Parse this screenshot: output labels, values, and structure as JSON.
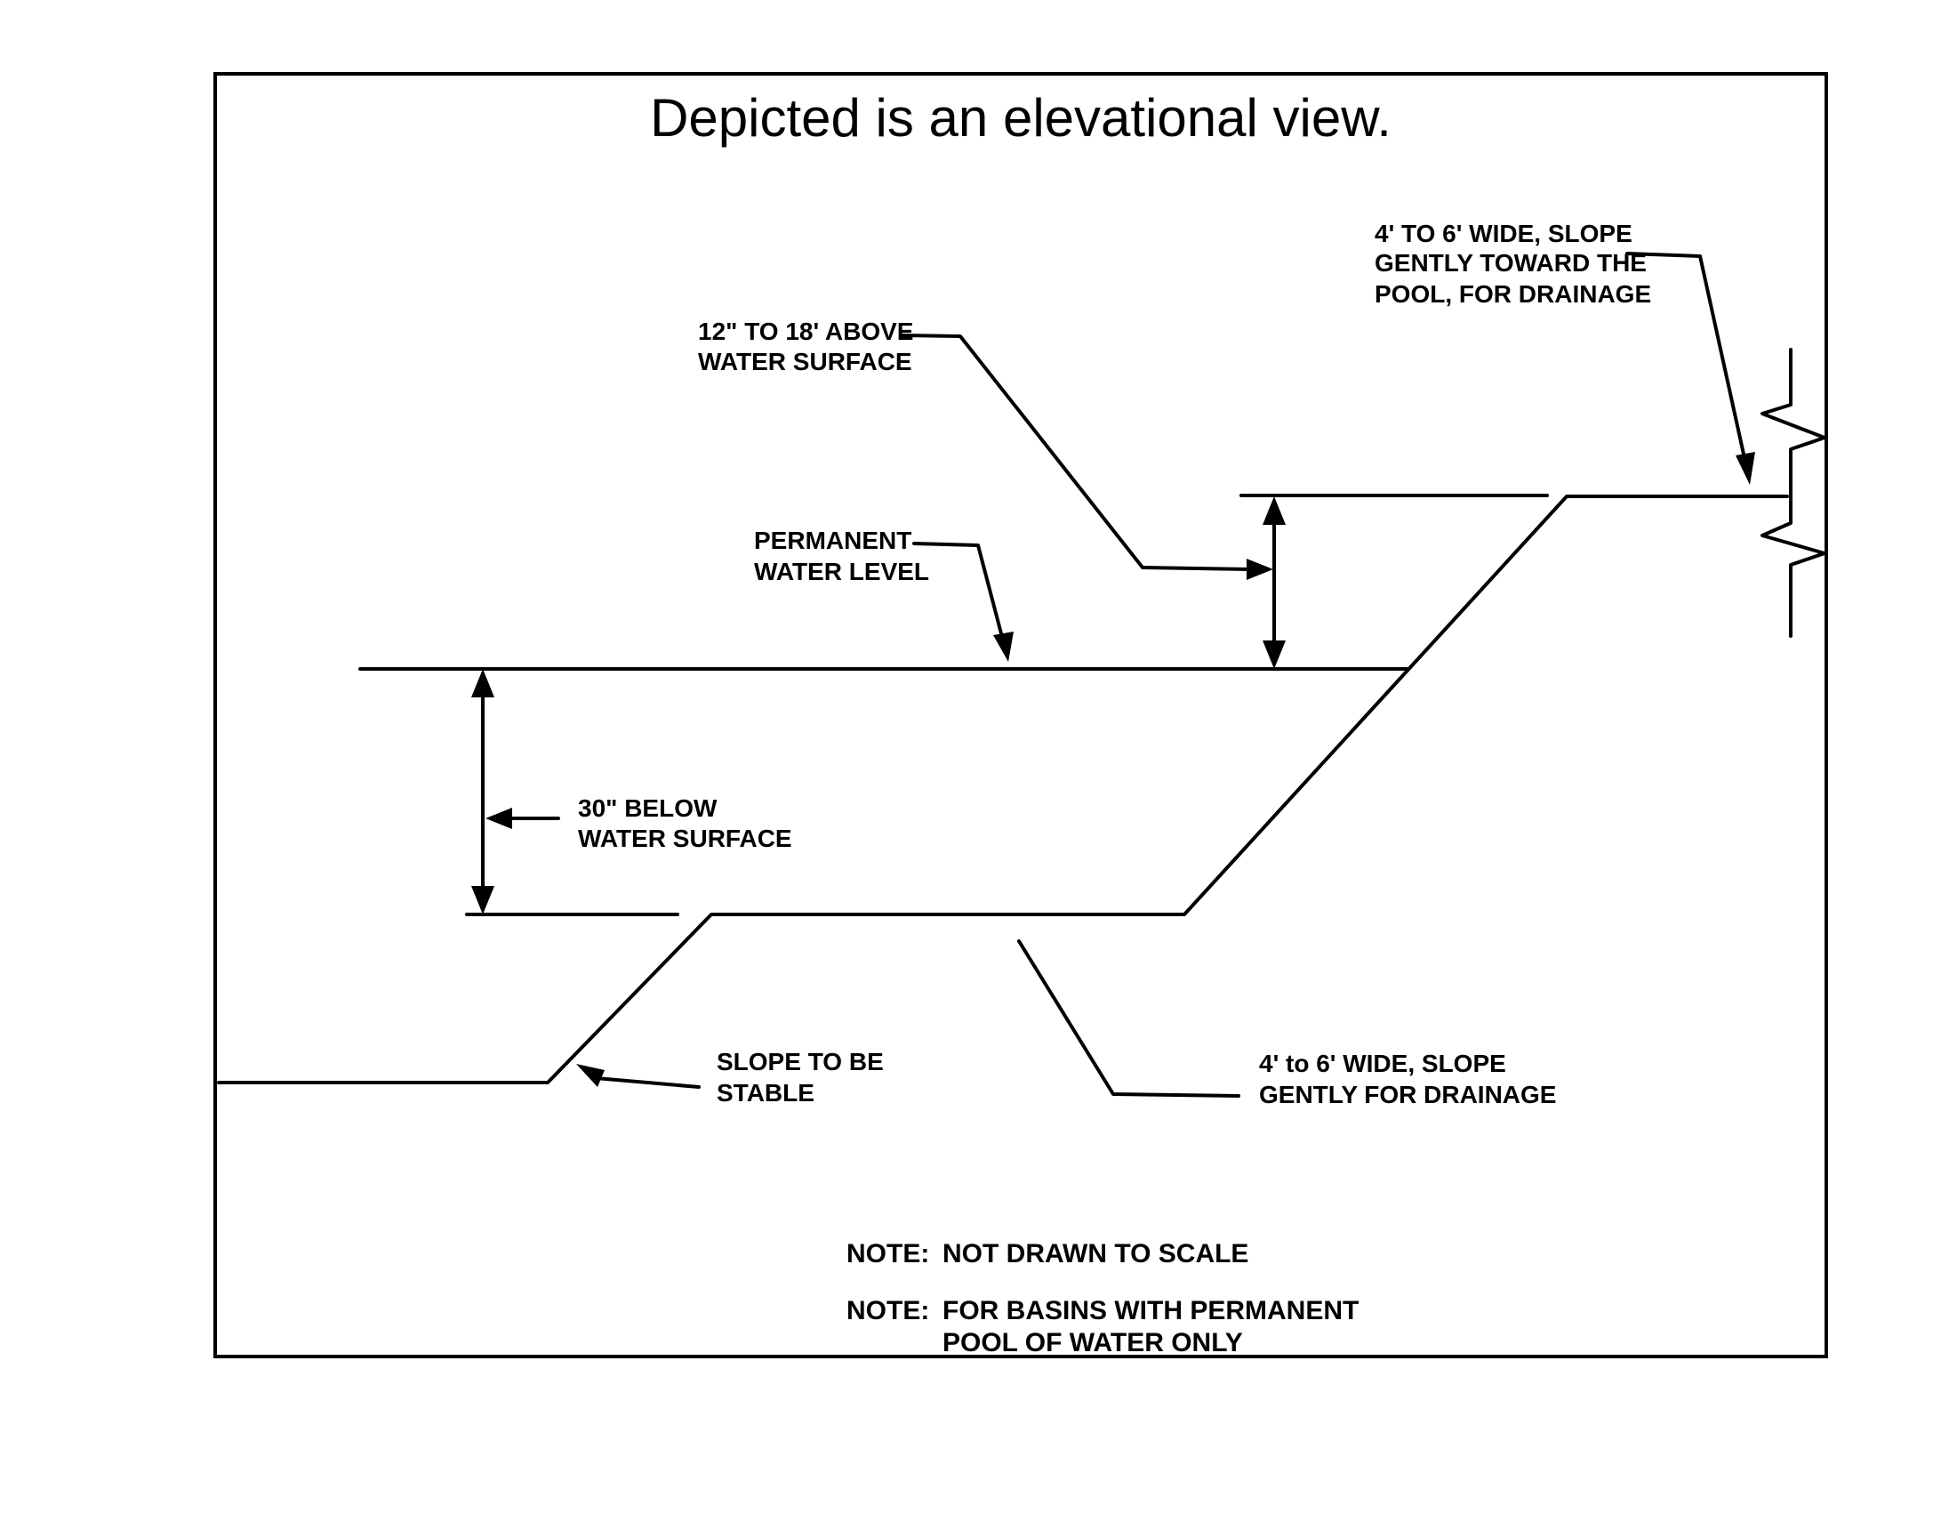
{
  "title": "Depicted is an elevational view.",
  "labels": {
    "top_right": [
      "4' TO 6' WIDE, SLOPE",
      "GENTLY TOWARD THE",
      "POOL, FOR DRAINAGE"
    ],
    "above_surface": [
      "12\" TO 18' ABOVE",
      "WATER SURFACE"
    ],
    "permanent_level": [
      "PERMANENT",
      "WATER LEVEL"
    ],
    "below_surface": [
      "30\" BELOW",
      "WATER SURFACE"
    ],
    "slope_stable": [
      "SLOPE TO BE",
      "STABLE"
    ],
    "bench_bottom": [
      "4' to 6' WIDE, SLOPE",
      "GENTLY FOR DRAINAGE"
    ]
  },
  "notes": {
    "prefix_1": "NOTE:",
    "text_1": "NOT DRAWN TO SCALE",
    "prefix_2": "NOTE:",
    "text_2a": "FOR BASINS WITH PERMANENT",
    "text_2b": "POOL OF WATER ONLY"
  },
  "colors": {
    "ink": "#000000",
    "background": "#ffffff"
  }
}
